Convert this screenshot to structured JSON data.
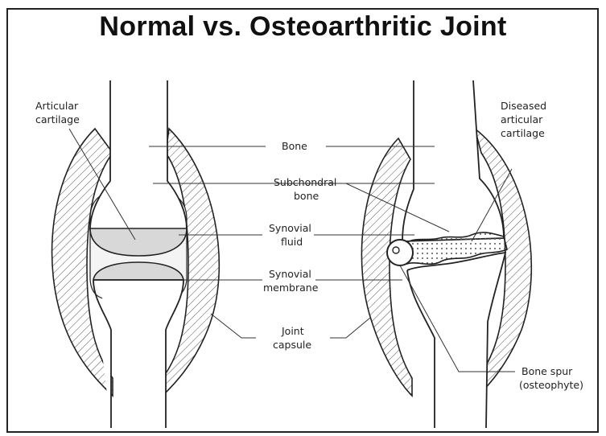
{
  "title": "Normal vs. Osteoarthritic Joint",
  "labels": {
    "articular_cartilage": [
      "Articular",
      "cartilage"
    ],
    "bone": "Bone",
    "subchondral_bone": [
      "Subchondral",
      "bone"
    ],
    "synovial_fluid": [
      "Synovial",
      "fluid"
    ],
    "synovial_membrane": [
      "Synovial",
      "membrane"
    ],
    "joint_capsule": [
      "Joint",
      "capsule"
    ],
    "diseased_cartilage": [
      "Diseased",
      "articular",
      "cartilage"
    ],
    "bone_spur": [
      "Bone spur",
      "(osteophyte)"
    ]
  },
  "colors": {
    "ink": "#222222",
    "cartilage": "#d8d8d8",
    "fluid": "#f4f4f4"
  }
}
